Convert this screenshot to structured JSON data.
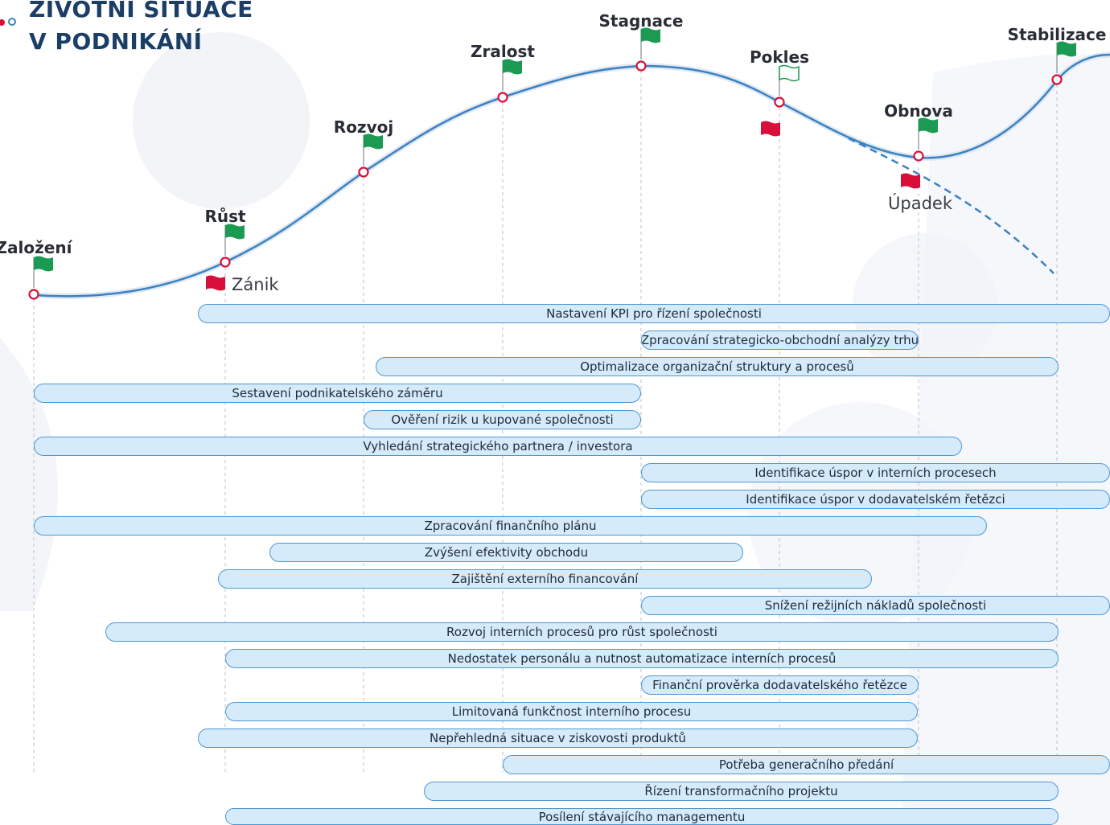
{
  "title": {
    "line1": "ŽIVOTNÍ SITUACE",
    "line2": "V PODNIKÁNÍ"
  },
  "colors": {
    "title": "#1a3e66",
    "curve": "#3b82c4",
    "flag_green": "#1a9a52",
    "flag_red": "#d80f3a",
    "marker_ring": "#d80f3a",
    "bar_fill": "#d6ebfa",
    "bar_border": "#4c97d4",
    "dot_red": "#d80f3a",
    "dot_blue": "#3b82c4"
  },
  "stages": [
    {
      "id": "zalozeni",
      "label": "Založení"
    },
    {
      "id": "rust",
      "label": "Růst"
    },
    {
      "id": "rozvoj",
      "label": "Rozvoj"
    },
    {
      "id": "zralost",
      "label": "Zralost"
    },
    {
      "id": "stagnace",
      "label": "Stagnace"
    },
    {
      "id": "pokles",
      "label": "Pokles"
    },
    {
      "id": "obnova",
      "label": "Obnova"
    },
    {
      "id": "stabilizace",
      "label": "Stabilizace"
    }
  ],
  "alt_outcomes": [
    {
      "id": "zanik",
      "label": "Zánik",
      "stage": "rust"
    },
    {
      "id": "upadek",
      "label": "Úpadek",
      "stage": "obnova"
    }
  ],
  "activities": [
    {
      "label": "Nastavení KPI pro řízení společnosti"
    },
    {
      "label": "Zpracování strategicko-obchodní analýzy trhu"
    },
    {
      "label": "Optimalizace organizační struktury a procesů"
    },
    {
      "label": "Sestavení podnikatelského záměru"
    },
    {
      "label": "Ověření rizik u kupované společnosti"
    },
    {
      "label": "Vyhledání strategického partnera / investora"
    },
    {
      "label": "Identifikace úspor v interních procesech"
    },
    {
      "label": "Identifikace úspor v dodavatelském řetězci"
    },
    {
      "label": "Zpracování finančního plánu"
    },
    {
      "label": "Zvýšení efektivity obchodu"
    },
    {
      "label": "Zajištění externího financování"
    },
    {
      "label": "Snížení režijních nákladů společnosti"
    },
    {
      "label": "Rozvoj interních procesů pro růst společnosti"
    },
    {
      "label": "Nedostatek personálu a nutnost automatizace interních procesů"
    },
    {
      "label": "Finanční prověrka dodavatelského řetězce"
    },
    {
      "label": "Limitovaná funkčnost interního procesu"
    },
    {
      "label": "Nepřehledná situace v ziskovosti produktů"
    },
    {
      "label": "Potřeba generačního předání"
    },
    {
      "label": "Řízení transformačního projektu"
    },
    {
      "label": "Posílení stávajícího managementu"
    }
  ]
}
